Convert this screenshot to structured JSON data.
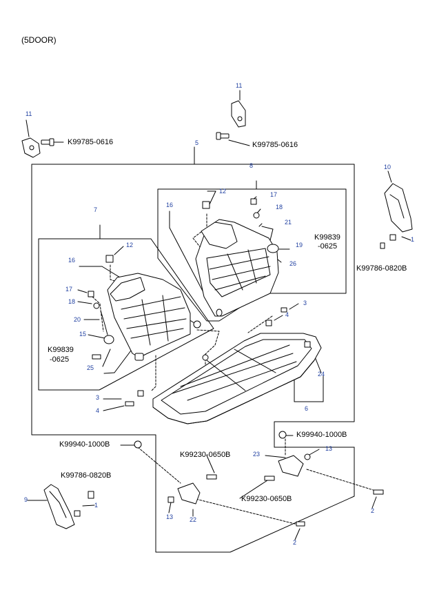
{
  "header": {
    "variant": "(5DOOR)"
  },
  "colors": {
    "callout": "#1f3fa0",
    "line": "#000000",
    "part_fill": "#ffffff",
    "shade": "#d9d9d9"
  },
  "callouts": {
    "n11a": "11",
    "n11b": "11",
    "n5": "5",
    "n8": "8",
    "n10": "10",
    "n12a": "12",
    "n17a": "17",
    "n18a": "18",
    "n16a": "16",
    "n21": "21",
    "n19": "19",
    "n26": "26",
    "n1a": "1",
    "n7": "7",
    "n12b": "12",
    "n16b": "16",
    "n17b": "17",
    "n18b": "18",
    "n20": "20",
    "n15": "15",
    "n25": "25",
    "n3a": "3",
    "n4a": "4",
    "n3b": "3",
    "n4b": "4",
    "n24": "24",
    "n6": "6",
    "n13a": "13",
    "n23": "23",
    "n9": "9",
    "n1b": "1",
    "n13b": "13",
    "n22": "22",
    "n2a": "2",
    "n2b": "2"
  },
  "part_numbers": {
    "p_k99785_a": "K99785-0616",
    "p_k99785_b": "K99785-0616",
    "p_k99839_a_1": "K99839",
    "p_k99839_a_2": "-0625",
    "p_k99786_a": "K99786-0820B",
    "p_k99839_b_1": "K99839",
    "p_k99839_b_2": "-0625",
    "p_k99940_a": "K99940-1000B",
    "p_k99940_b": "K99940-1000B",
    "p_k99230_a": "K99230-0650B",
    "p_k99230_b": "K99230-0650B",
    "p_k99786_b": "K99786-0820B"
  }
}
